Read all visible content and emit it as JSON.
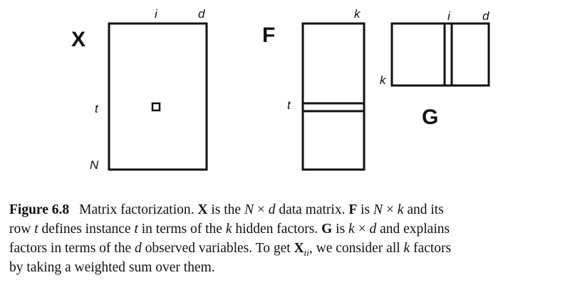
{
  "figure": {
    "labels": {
      "X": "X",
      "X_i": "i",
      "X_d": "d",
      "X_t": "t",
      "X_N": "N",
      "F": "F",
      "F_k": "k",
      "F_t": "t",
      "G": "G",
      "G_i": "i",
      "G_d": "d",
      "G_k": "k"
    }
  },
  "caption": {
    "label": "Figure 6.8",
    "line1": {
      "a": "Matrix factorization. ",
      "X": "X",
      "b": " is the ",
      "N": "N",
      "times1": " × ",
      "d": "d",
      "c": " data matrix. ",
      "F": "F",
      "e": " is ",
      "N2": "N",
      "times2": " × ",
      "k": "k",
      "f": " and its"
    },
    "line2": {
      "a": "row ",
      "t": "t",
      "b": " defines instance ",
      "t2": "t",
      "c": " in terms of the ",
      "k": "k",
      "e": " hidden factors. ",
      "G": "G",
      "f": " is ",
      "k2": "k",
      "times": " × ",
      "d": "d",
      "g": " and explains"
    },
    "line3": {
      "a": "factors in terms of the ",
      "d": "d",
      "b": " observed variables. To get ",
      "X": "X",
      "sub": "ti",
      "c": ", we consider all ",
      "k": "k",
      "e": " factors"
    },
    "line4": {
      "a": "by taking a weighted sum over them."
    }
  }
}
